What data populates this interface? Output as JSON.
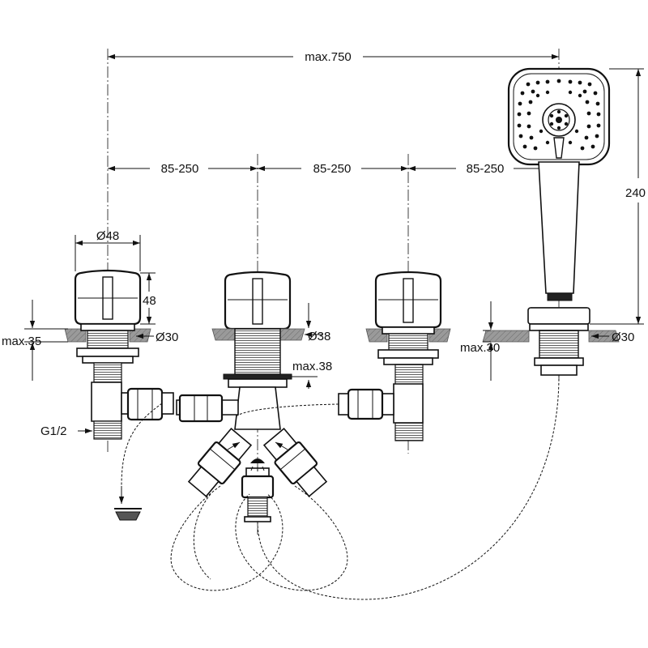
{
  "dimensions": {
    "overall_width": "max.750",
    "spacing_1": "85-250",
    "spacing_2": "85-250",
    "spacing_3": "85-250",
    "handle_diameter": "Ø48",
    "handle_height": "48",
    "deck_thickness_left": "max.35",
    "hole_diameter_left": "Ø30",
    "hole_diameter_center": "Ø38",
    "deck_thickness_center": "max.38",
    "deck_thickness_right": "max.30",
    "hole_diameter_right": "Ø30",
    "handshower_length": "240",
    "thread_size": "G1/2"
  }
}
